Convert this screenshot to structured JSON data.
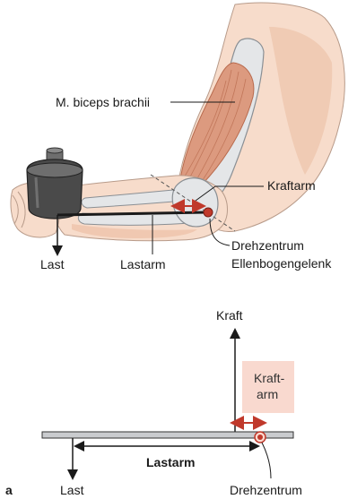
{
  "labels": {
    "muscle": "M. biceps brachii",
    "force_arm": "Kraftarm",
    "rotation_center": "Drehzentrum",
    "elbow_joint": "Ellenbogengelenk",
    "load": "Last",
    "load_arm": "Lastarm"
  },
  "lever": {
    "force": "Kraft",
    "force_arm_line1": "Kraft-",
    "force_arm_line2": "arm",
    "load_arm": "Lastarm",
    "load": "Last",
    "rotation_center": "Drehzentrum"
  },
  "panel_letter": "a",
  "colors": {
    "skin": "#f7dccb",
    "skin_shadow": "#edc3aa",
    "bone": "#e4e6e8",
    "bone_outline": "#8a8f94",
    "muscle": "#dc9a7f",
    "muscle_line": "#b86a4d",
    "accent_red": "#c0392b",
    "box_fill": "#f9d9cf",
    "beam_fill": "#c9cbce",
    "weight_dark": "#4a4a4a",
    "weight_mid": "#6e6e6e",
    "outline": "#333333"
  },
  "icons": {
    "weight": "dumbbell-weight-icon",
    "rotation_point": "pivot-point-icon"
  }
}
